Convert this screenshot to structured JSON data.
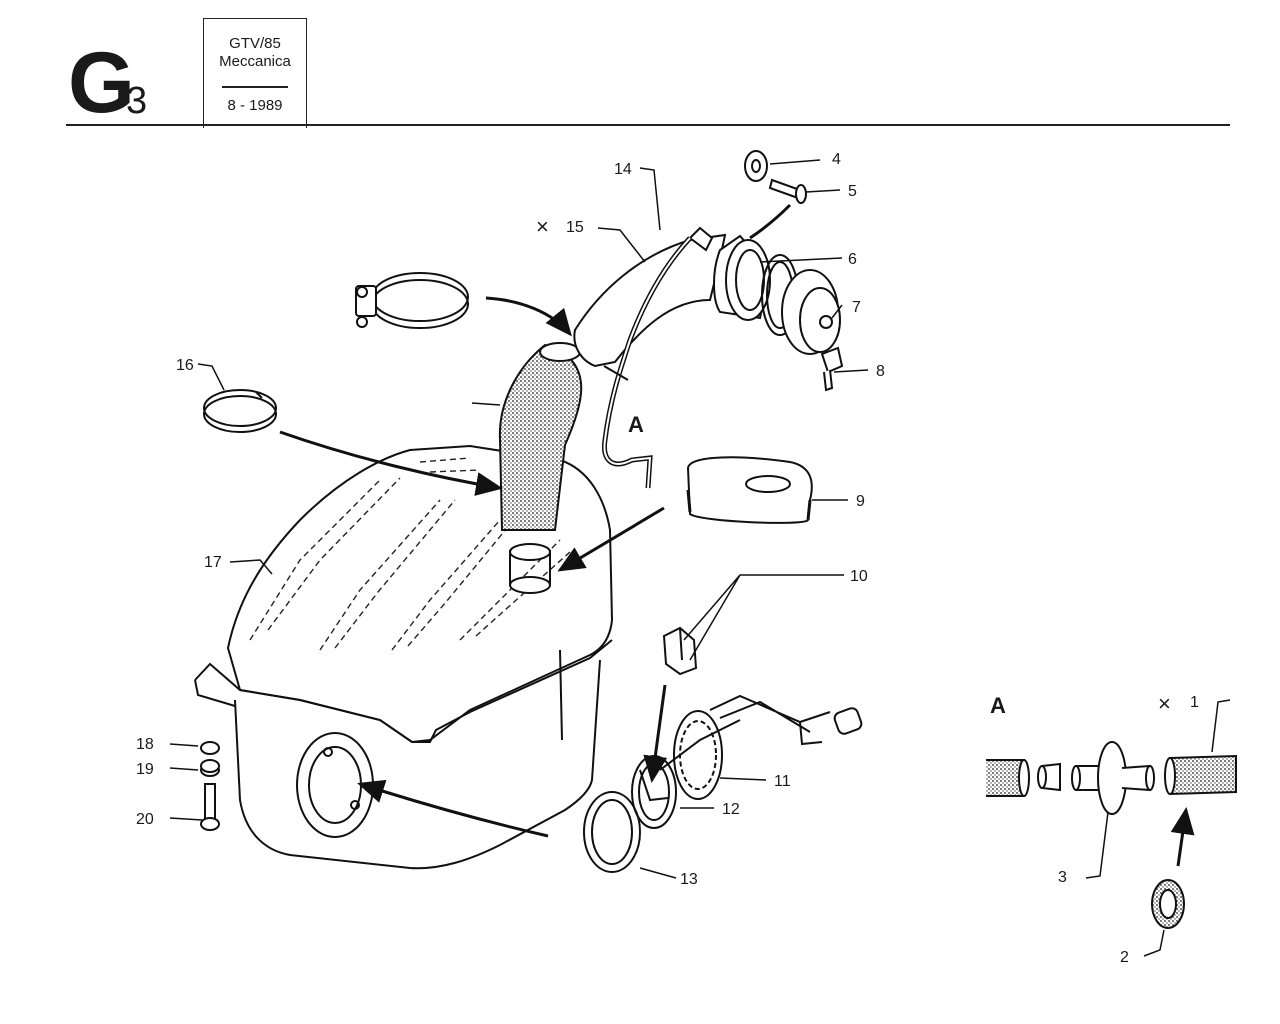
{
  "header": {
    "sheet_letter": "G",
    "sheet_number": "3",
    "model": "GTV/85",
    "section": "Meccanica",
    "date": "8 - 1989"
  },
  "diagram": {
    "detail_label": "A",
    "detail_label_inset": "A",
    "mark_symbol": "×",
    "callouts": {
      "c1": "1",
      "c2": "2",
      "c3": "3",
      "c4": "4",
      "c5": "5",
      "c6": "6",
      "c7": "7",
      "c8": "8",
      "c9": "9",
      "c10": "10",
      "c11": "11",
      "c12": "12",
      "c13": "13",
      "c14": "14",
      "c15": "15",
      "c16": "16",
      "c17": "17",
      "c18": "18",
      "c19": "19",
      "c20": "20"
    }
  }
}
